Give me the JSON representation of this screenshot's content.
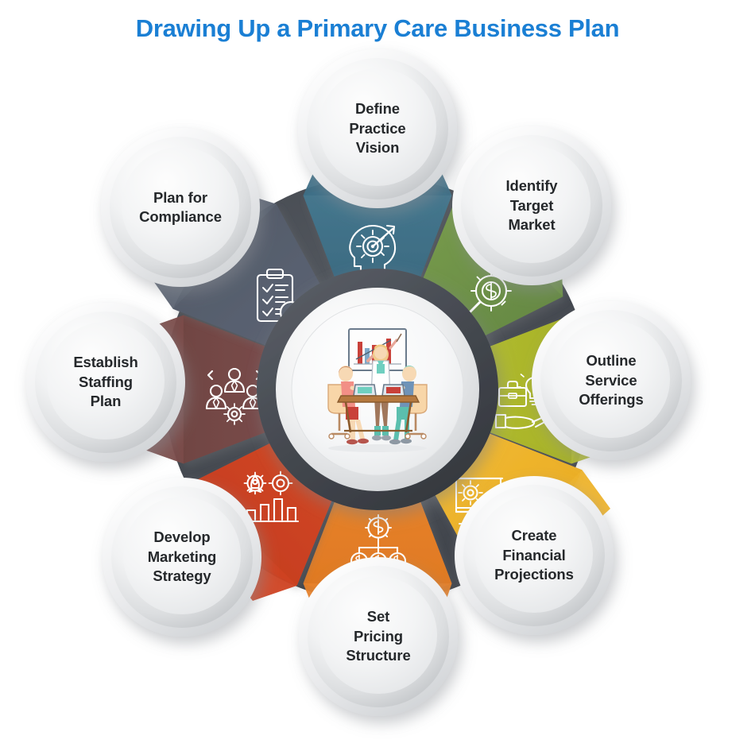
{
  "title": "Drawing Up a Primary Care Business Plan",
  "theme": {
    "title_color": "#1a7fd4",
    "background": "#ffffff",
    "hub_ring_color": "#474b52",
    "bubble_light": "#f2f3f4",
    "bubble_shade": "#d6d8da",
    "label_text_color": "#25282b",
    "icon_stroke": "#ffffff"
  },
  "center": {
    "name": "business-meeting-illustration",
    "alt": "Three colleagues in a meeting room reviewing a bar chart presentation"
  },
  "chart_data": {
    "type": "pie",
    "title": "Drawing Up a Primary Care Business Plan",
    "legend_position": "on-slice",
    "categories": [
      "Define Practice Vision",
      "Identify Target Market",
      "Outline Service Offerings",
      "Create Financial Projections",
      "Set Pricing Structure",
      "Develop Marketing Strategy",
      "Establish Staffing Plan",
      "Plan for Compliance"
    ],
    "values": [
      12.5,
      12.5,
      12.5,
      12.5,
      12.5,
      12.5,
      12.5,
      12.5
    ],
    "colors": [
      "#3d6f87",
      "#6f9347",
      "#b3bd2e",
      "#efb42c",
      "#e8822a",
      "#cf4322",
      "#7b4c4a",
      "#5a6271"
    ]
  },
  "segments": [
    {
      "index": 1,
      "label": "Define Practice Vision",
      "label_lines": [
        "Define",
        "Practice",
        "Vision"
      ],
      "color": "#3d6f87",
      "icon": "head-gear-target-icon",
      "position": "top"
    },
    {
      "index": 2,
      "label": "Identify Target Market",
      "label_lines": [
        "Identify",
        "Target",
        "Market"
      ],
      "color": "#6f9347",
      "icon": "magnifier-dollar-target-icon",
      "position": "upper-right"
    },
    {
      "index": 3,
      "label": "Outline Service Offerings",
      "label_lines": [
        "Outline",
        "Service",
        "Offerings"
      ],
      "color": "#b3bd2e",
      "icon": "hand-briefcase-lightbulb-icon",
      "position": "right"
    },
    {
      "index": 4,
      "label": "Create Financial Projections",
      "label_lines": [
        "Create",
        "Financial",
        "Projections"
      ],
      "color": "#efb42c",
      "icon": "presentation-board-gear-chart-icon",
      "position": "lower-right"
    },
    {
      "index": 5,
      "label": "Set Pricing Structure",
      "label_lines": [
        "Set",
        "Pricing",
        "Structure"
      ],
      "color": "#e8822a",
      "icon": "dollar-gear-hierarchy-icon",
      "position": "bottom"
    },
    {
      "index": 6,
      "label": "Develop Marketing Strategy",
      "label_lines": [
        "Develop",
        "Marketing",
        "Strategy"
      ],
      "color": "#cf4322",
      "icon": "rocket-gear-target-bars-icon",
      "position": "lower-left"
    },
    {
      "index": 7,
      "label": "Establish Staffing Plan",
      "label_lines": [
        "Establish",
        "Staffing",
        "Plan"
      ],
      "color": "#7b4c4a",
      "icon": "team-people-gear-icon",
      "position": "left"
    },
    {
      "index": 8,
      "label": "Plan for Compliance",
      "label_lines": [
        "Plan for",
        "Compliance"
      ],
      "color": "#5a6271",
      "icon": "clipboard-checklist-icon",
      "position": "upper-left"
    }
  ]
}
